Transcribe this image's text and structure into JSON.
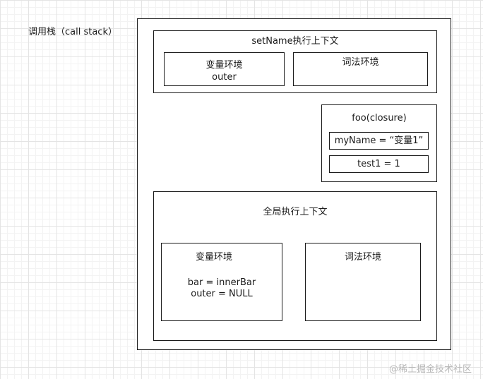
{
  "canvas_label": "调用栈（call stack）",
  "setname_ctx": {
    "title": "setName执行上下文",
    "variable_env": {
      "label": "变量环境",
      "value": "outer"
    },
    "lexical_env": {
      "label": "词法环境"
    }
  },
  "closure": {
    "title": "foo(closure)",
    "entries": [
      "myName = “变量1”",
      "test1 = 1"
    ]
  },
  "global_ctx": {
    "title": "全局执行上下文",
    "variable_env": {
      "label": "变量环境",
      "line1": "bar = innerBar",
      "line2": "outer = NULL"
    },
    "lexical_env": {
      "label": "词法环境"
    }
  },
  "watermark": "@稀土掘金技术社区"
}
